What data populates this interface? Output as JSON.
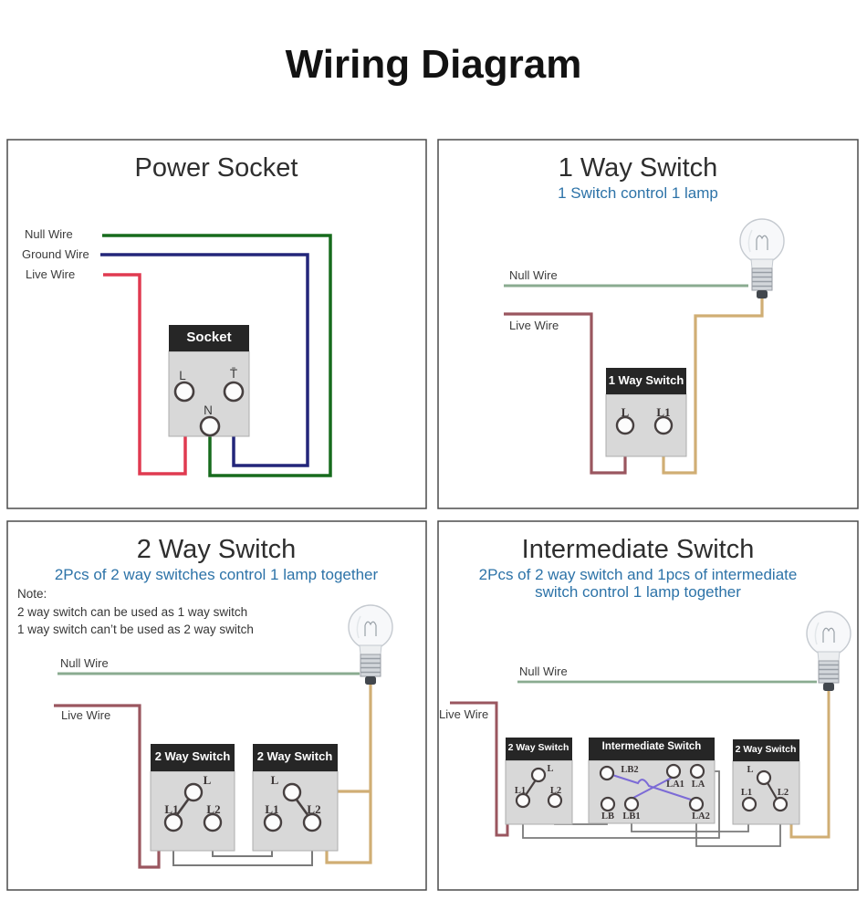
{
  "page": {
    "title": "Wiring Diagram"
  },
  "colors": {
    "live_wire_bright": "#e03a50",
    "null_wire_bright": "#176b1d",
    "ground_wire_blue": "#23267a",
    "live_wire_dark": "#9a565f",
    "null_wire_sage": "#8aab90",
    "lamp_wire_tan": "#d0ae74",
    "strap_wire_gray": "#7a7a7a",
    "intermediate_cross_purple": "#7c6bd6",
    "subtitle_blue": "#2d73a8",
    "box_header_bg": "#262626",
    "box_body_bg": "#d8d8d8",
    "terminal_stroke": "#474040"
  },
  "panels": {
    "power_socket": {
      "title": "Power Socket",
      "labels": {
        "null": "Null Wire",
        "ground": "Ground Wire",
        "live": "Live Wire"
      },
      "socket": {
        "header": "Socket",
        "terminal_l": "L",
        "terminal_t": "T̄",
        "terminal_n": "N"
      }
    },
    "one_way_switch": {
      "title": "1 Way Switch",
      "subtitle": "1 Switch control 1 lamp",
      "labels": {
        "null": "Null Wire",
        "live": "Live Wire"
      },
      "switch": {
        "header": "1 Way Switch",
        "terminal_l": "L",
        "terminal_l1": "L1"
      }
    },
    "two_way_switch": {
      "title": "2 Way Switch",
      "subtitle": "2Pcs of 2 way switches control 1 lamp together",
      "note_heading": "Note:",
      "note_lines": [
        "2 way switch can be used as 1 way switch",
        "1 way switch can’t be used as 2 way switch"
      ],
      "labels": {
        "null": "Null Wire",
        "live": "Live Wire"
      },
      "switch_left": {
        "header": "2 Way Switch",
        "terminal_l": "L",
        "terminal_l1": "L1",
        "terminal_l2": "L2"
      },
      "switch_right": {
        "header": "2 Way Switch",
        "terminal_l": "L",
        "terminal_l1": "L1",
        "terminal_l2": "L2"
      }
    },
    "intermediate_switch": {
      "title": "Intermediate Switch",
      "subtitle_line1": "2Pcs of 2 way switch and 1pcs of intermediate",
      "subtitle_line2": "switch control 1 lamp together",
      "labels": {
        "null": "Null Wire",
        "live": "Live Wire"
      },
      "switch_left": {
        "header": "2 Way Switch",
        "terminal_l": "L",
        "terminal_l1": "L1",
        "terminal_l2": "L2"
      },
      "intermediate": {
        "header": "Intermediate Switch",
        "terminal_lb2": "LB2",
        "terminal_la1": "LA1",
        "terminal_la": "LA",
        "terminal_lb": "LB",
        "terminal_lb1": "LB1",
        "terminal_la2": "LA2"
      },
      "switch_right": {
        "header": "2 Way Switch",
        "terminal_l": "L",
        "terminal_l1": "L1",
        "terminal_l2": "L2"
      }
    }
  }
}
